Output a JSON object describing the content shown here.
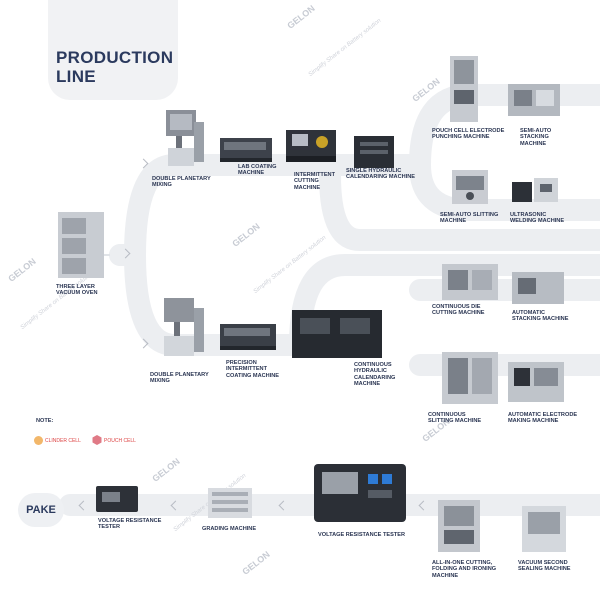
{
  "title": "PRODUCTION LINE",
  "title_lines": [
    "PRODUCTION",
    "LINE"
  ],
  "note_label": "NOTE:",
  "legend": {
    "cylinder": {
      "label": "CLINDER CELL",
      "color": "#f2b76a"
    },
    "pouch": {
      "label": "POUCH CELL",
      "color": "#e07a86"
    }
  },
  "pake_label": "PAKE",
  "watermark": {
    "brand": "GELON",
    "slogan": "Simplify Share on Battery solution"
  },
  "machines": {
    "double_planetary_mixing_top": "DOUBLE PLANETARY MIXING",
    "lab_coating": "LAB COATING MACHINE",
    "intermittent_cutting": "INTERMITTENT CUTTING MACHINE",
    "single_hydraulic_calendaring": "SINGLE HYDRAULIC CALENDARING MACHINE",
    "pouch_punching": "POUCH CELL ELECTRODE PUNCHING MACHINE",
    "semi_auto_stacking": "SEMI-AUTO STACKING MACHINE",
    "semi_auto_slitting": "SEMI-AUTO SLITTING MACHINE",
    "ultrasonic_welding": "ULTRASONIC WELDING MACHINE",
    "three_layer_oven": "THREE LAYER VACUUM OVEN",
    "continuous_die_cutting": "CONTINUOUS DIE CUTTING MACHINE",
    "automatic_stacking": "AUTOMATIC STACKING MACHINE",
    "double_planetary_mixing_bottom": "DOUBLE PLANETARY MIXING",
    "precision_coating": "PRECISION INTERMITTENT COATING MACHINE",
    "continuous_calendaring": "CONTINUOUS HYDRAULIC CALENDARING MACHINE",
    "continuous_slitting": "CONTINUOUS SLITTING MACHINE",
    "automatic_electrode": "AUTOMATIC ELECTRODE MAKING MACHINE",
    "voltage_tester_small": "VOLTAGE RESISTANCE TESTER",
    "grading": "GRADING MACHINE",
    "voltage_tester_large": "VOLTAGE RESISTANCE TESTER",
    "all_in_one": "ALL-IN-ONE CUTTING, FOLDING AND IRONING MACHINE",
    "vacuum_sealing": "VACUUM SECOND SEALING MACHINE"
  }
}
